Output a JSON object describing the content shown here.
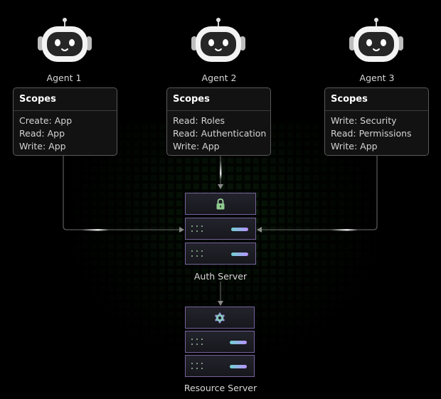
{
  "agents": [
    {
      "label": "Agent 1",
      "scopes_title": "Scopes",
      "scopes": [
        "Create: App",
        "Read: App",
        "Write: App"
      ]
    },
    {
      "label": "Agent 2",
      "scopes_title": "Scopes",
      "scopes": [
        "Read: Roles",
        "Read: Authentication",
        "Write: App"
      ]
    },
    {
      "label": "Agent 3",
      "scopes_title": "Scopes",
      "scopes": [
        "Write: Security",
        "Read: Permissions",
        "Write: App"
      ]
    }
  ],
  "auth_server": {
    "label": "Auth Server",
    "icon": "lock-icon"
  },
  "resource_server": {
    "label": "Resource Server",
    "icon": "gear-icon"
  },
  "colors": {
    "background": "#000000",
    "card_border": "#5a5a5a",
    "server_border": "#77639a",
    "accent_green": "#9bc29b",
    "accent_gradient_start": "#6fd2d0",
    "accent_gradient_end": "#b991ff"
  }
}
